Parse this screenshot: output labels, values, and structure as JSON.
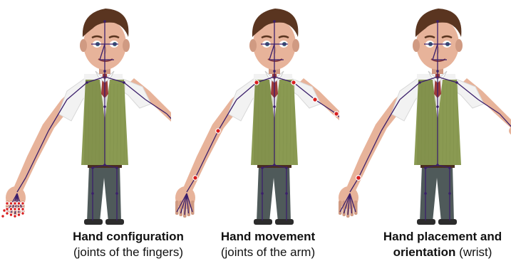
{
  "figure": {
    "colors": {
      "skin": "#e7b39a",
      "skin_shadow": "#d09a82",
      "hair": "#5a3520",
      "shirt": "#f2f2f2",
      "vest": "#8a9a52",
      "vest_shadow": "#6f7d40",
      "tie": "#9b3a3a",
      "pants": "#4f5a5a",
      "belt": "#4a2f1f",
      "skeleton": "#3b1f6b",
      "joint_marker": "#d81e1e"
    }
  },
  "panels": [
    {
      "id": "hand-configuration",
      "caption_bold": "Hand configuration",
      "caption_normal": "(joints of the fingers)",
      "highlight": "fingers"
    },
    {
      "id": "hand-movement",
      "caption_bold": "Hand movement",
      "caption_normal": "(joints of the arm)",
      "highlight": "arm"
    },
    {
      "id": "hand-placement-orientation",
      "caption_bold_1": "Hand placement and",
      "caption_bold_2": "orientation",
      "caption_normal": "(wrist)",
      "highlight": "wrist"
    }
  ]
}
